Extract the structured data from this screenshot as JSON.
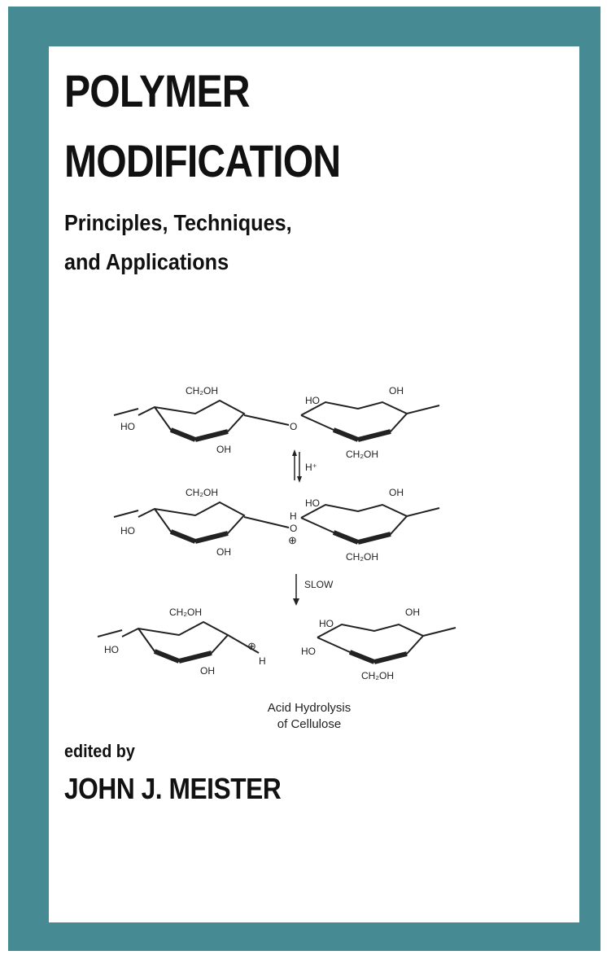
{
  "cover": {
    "title_line1": "POLYMER",
    "title_line2": "MODIFICATION",
    "subtitle_line1": "Principles, Techniques,",
    "subtitle_line2": "and Applications",
    "edited_by": "edited by",
    "author": "JOHN J. MEISTER",
    "frame_color": "#468a93"
  },
  "diagram": {
    "caption_line1": "Acid Hydrolysis",
    "caption_line2": "of Cellulose",
    "step1_label": "H⁺",
    "step2_label": "SLOW",
    "labels": {
      "ch2oh": "CH₂OH",
      "oh": "OH",
      "ho": "HO",
      "o": "O",
      "h": "H",
      "plus": "⊕"
    }
  }
}
